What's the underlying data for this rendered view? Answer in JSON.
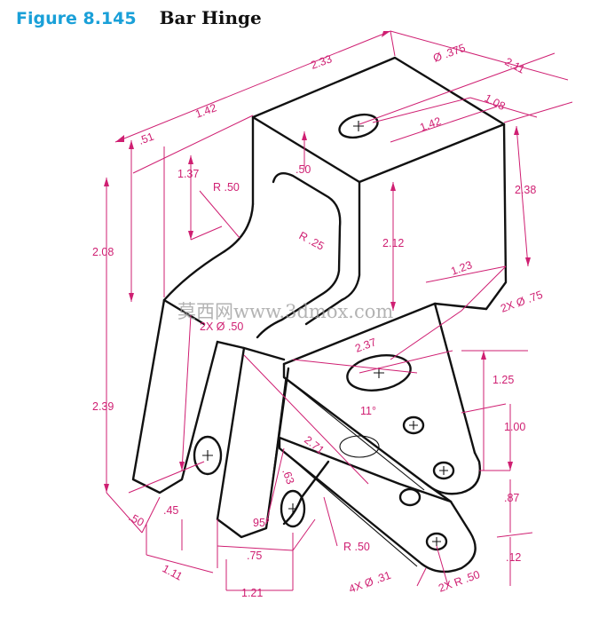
{
  "figure": {
    "label": "Figure 8.145",
    "title": "Bar Hinge"
  },
  "watermark": "莫西网www.3dmox.com",
  "dimensions": {
    "d_233": "2.33",
    "d_211": "2.11",
    "d_0375": "Ø .375",
    "d_108": "1.08",
    "d_142_top": "1.42",
    "d_142_left": "1.42",
    "d_051": ".51",
    "d_137": "1.37",
    "d_r050_top": "R .50",
    "d_050_top": ".50",
    "d_r025": "R .25",
    "d_208": "2.08",
    "d_212": "2.12",
    "d_238": "2.38",
    "d_123": "1.23",
    "d_2x075": "2X Ø .75",
    "d_2x050": "2X Ø .50",
    "d_237": "2.37",
    "d_125": "1.25",
    "d_11deg": "11°",
    "d_100": "1.00",
    "d_271": "2.71",
    "d_239": "2.39",
    "d_063": ".63",
    "d_087": ".87",
    "d_050_bot": ".50",
    "d_045": ".45",
    "d_95deg": "95°",
    "d_r050_bot": "R .50",
    "d_111": "1.11",
    "d_075": ".75",
    "d_012": ".12",
    "d_4x031": "4X Ø .31",
    "d_121": "1.21",
    "d_2xr050": "2X R .50"
  }
}
